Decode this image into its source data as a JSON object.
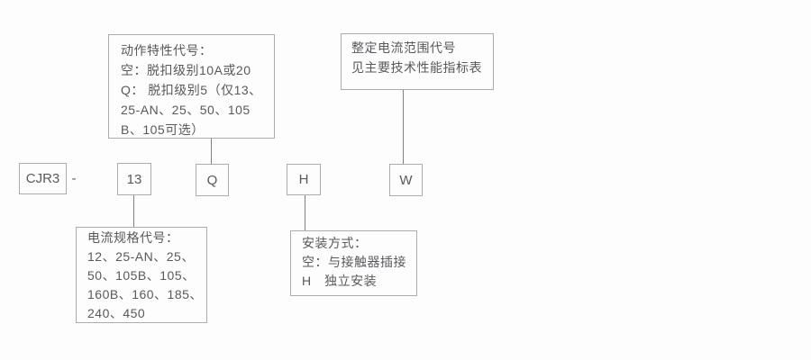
{
  "model_row": {
    "prefix": "CJR3",
    "separator": "-",
    "codes": {
      "current_spec": "13",
      "action": "Q",
      "mounting": "H",
      "range": "W"
    }
  },
  "callouts": {
    "action_characteristic": {
      "lines": [
        "动作特性代号：",
        "空：脱扣级别10A或20",
        "Q： 脱扣级别5（仅13、",
        "25-AN、25、50、105",
        "B、105可选）"
      ]
    },
    "setting_current_range": {
      "lines": [
        "整定电流范围代号",
        "见主要技术性能指标表"
      ]
    },
    "current_spec": {
      "lines": [
        "电流规格代号：",
        "12、25-AN、25、",
        "50、105B、105、",
        "160B、160、185、",
        "240、450"
      ]
    },
    "mounting_style": {
      "lines": [
        "安装方式：",
        "空：与接触器插接",
        "H　独立安装"
      ]
    }
  },
  "colors": {
    "background": "#fdfdfd",
    "box_border": "#aaacae",
    "connector_line": "#7d7f81",
    "text": "#58595b"
  }
}
